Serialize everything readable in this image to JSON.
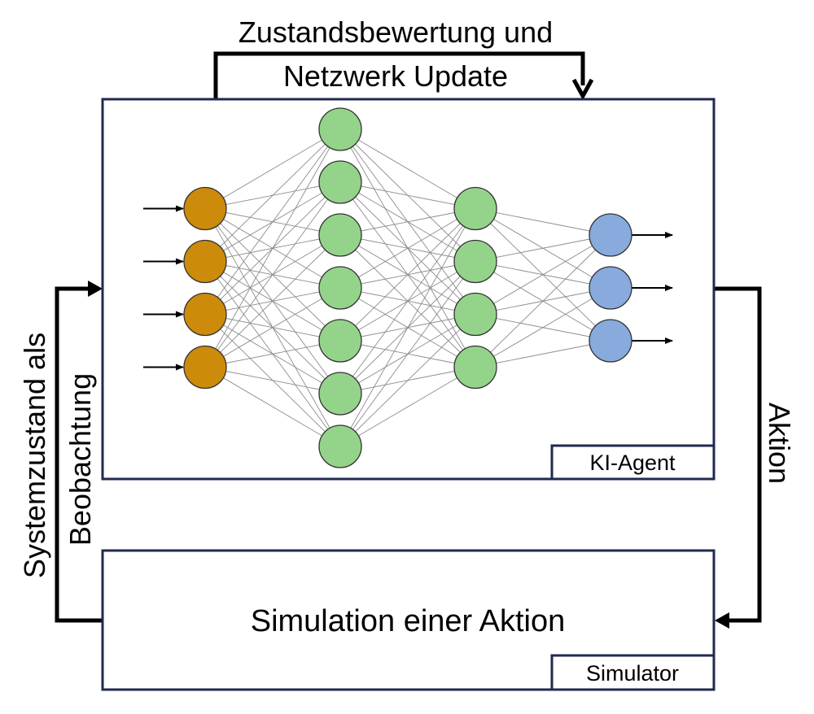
{
  "top_label": {
    "line1": "Zustandsbewertung und",
    "line2": "Netzwerk Update"
  },
  "left_label": {
    "line1": "Systemzustand als",
    "line2": "Beobachtung"
  },
  "right_label": "Aktion",
  "agent_box": {
    "tag": "KI-Agent"
  },
  "simulator_box": {
    "title": "Simulation einer Aktion",
    "tag": "Simulator"
  },
  "network": {
    "layers": [
      {
        "role": "input",
        "neurons": 4,
        "color": "#cc8b0a"
      },
      {
        "role": "hidden",
        "neurons": 7,
        "color": "#94d48a"
      },
      {
        "role": "hidden",
        "neurons": 4,
        "color": "#94d48a"
      },
      {
        "role": "output",
        "neurons": 3,
        "color": "#88aadd"
      }
    ],
    "input_arrows": true,
    "output_arrows": true
  },
  "colors": {
    "box_border": "#1f2a4f",
    "connection": "#8c8c8c",
    "arrow": "#000000"
  }
}
